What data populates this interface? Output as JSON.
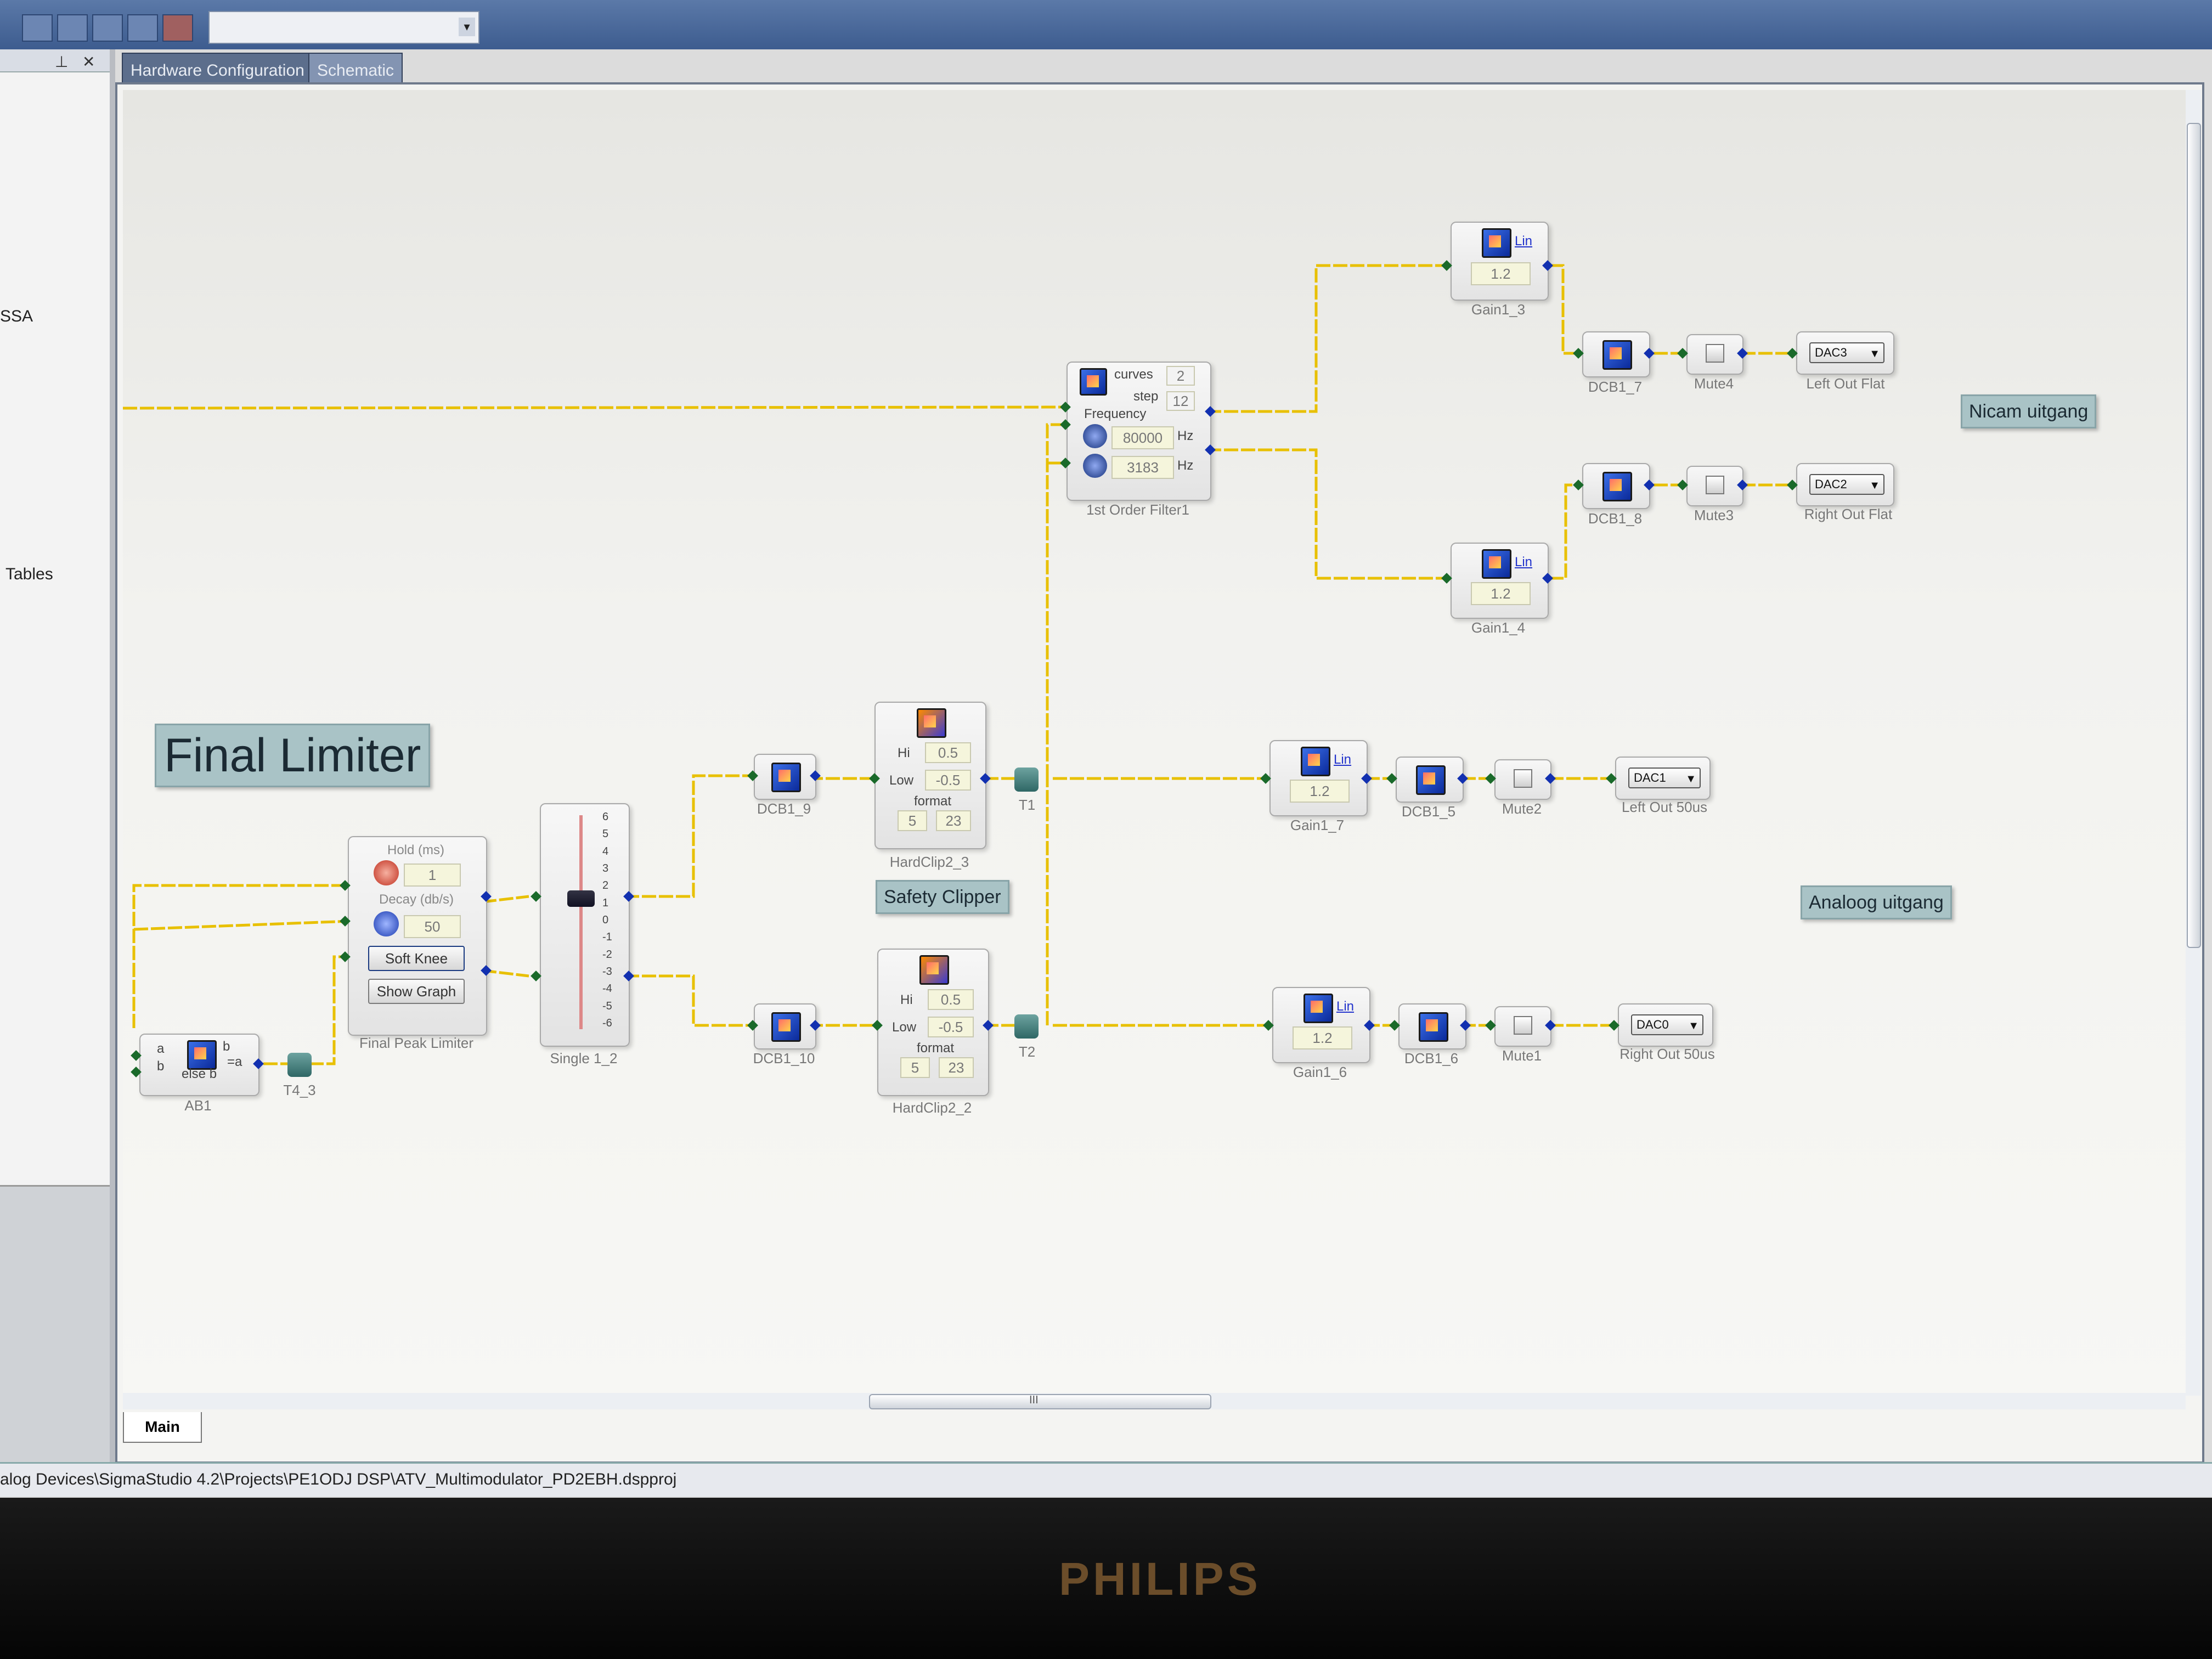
{
  "toolbar": {
    "combo_value": "",
    "combo_arrow": "▾"
  },
  "left_panel": {
    "pin": "⊥",
    "close": "✕",
    "items": [
      "SSA",
      "Tables"
    ]
  },
  "tabs": [
    "Hardware Configuration",
    "Schematic"
  ],
  "notes": {
    "final_limiter": "Final Limiter",
    "safety_clipper": "Safety Clipper",
    "nicam": "Nicam uitgang",
    "analoog": "Analoog uitgang"
  },
  "blocks": {
    "ab1": {
      "label": "AB1",
      "a": "a",
      "b": "b",
      "eq": "=a",
      "else": "else b",
      "b2": "b"
    },
    "t4_3": {
      "label": "T4_3"
    },
    "limiter": {
      "label": "Final Peak Limiter",
      "hold_label": "Hold (ms)",
      "hold_value": "1",
      "decay_label": "Decay (db/s)",
      "decay_value": "50",
      "soft_knee": "Soft Knee",
      "show_graph": "Show Graph"
    },
    "single": {
      "label": "Single 1_2",
      "ticks": [
        "6",
        "5",
        "4",
        "3",
        "2",
        "1",
        "0",
        "-1",
        "-2",
        "-3",
        "-4",
        "-5",
        "-6"
      ],
      "fader_level": 0.62
    },
    "dcb1_9": {
      "label": "DCB1_9"
    },
    "dcb1_10": {
      "label": "DCB1_10"
    },
    "hardclip3": {
      "label": "HardClip2_3",
      "hi_label": "Hi",
      "hi_value": "0.5",
      "low_label": "Low",
      "low_value": "-0.5",
      "format_label": "format",
      "fmt1": "5",
      "fmt2": "23"
    },
    "hardclip2": {
      "label": "HardClip2_2",
      "hi_label": "Hi",
      "hi_value": "0.5",
      "low_label": "Low",
      "low_value": "-0.5",
      "format_label": "format",
      "fmt1": "5",
      "fmt2": "23"
    },
    "t1": {
      "label": "T1"
    },
    "t2": {
      "label": "T2"
    },
    "filter": {
      "label": "1st Order Filter1",
      "curves_label": "curves",
      "curves_value": "2",
      "step_label": "step",
      "step_value": "12",
      "freq_label": "Frequency",
      "freq1": "80000",
      "freq2": "3183",
      "hz": "Hz"
    },
    "gain1_3": {
      "label": "Gain1_3",
      "lin": "Lin",
      "value": "1.2"
    },
    "gain1_4": {
      "label": "Gain1_4",
      "lin": "Lin",
      "value": "1.2"
    },
    "gain1_7": {
      "label": "Gain1_7",
      "lin": "Lin",
      "value": "1.2"
    },
    "gain1_6": {
      "label": "Gain1_6",
      "lin": "Lin",
      "value": "1.2"
    },
    "dcb1_7": {
      "label": "DCB1_7"
    },
    "dcb1_8": {
      "label": "DCB1_8"
    },
    "dcb1_5": {
      "label": "DCB1_5"
    },
    "dcb1_6": {
      "label": "DCB1_6"
    },
    "mute4": {
      "label": "Mute4"
    },
    "mute3": {
      "label": "Mute3"
    },
    "mute2": {
      "label": "Mute2"
    },
    "mute1": {
      "label": "Mute1"
    },
    "dac3": {
      "label": "Left Out Flat",
      "value": "DAC3"
    },
    "dac2": {
      "label": "Right Out Flat",
      "value": "DAC2"
    },
    "dac1": {
      "label": "Left Out 50us",
      "value": "DAC1"
    },
    "dac0": {
      "label": "Right Out 50us",
      "value": "DAC0"
    }
  },
  "bottom_tab": "Main",
  "scroll": {
    "thumb_grip": "III"
  },
  "status_path": "alog Devices\\SigmaStudio 4.2\\Projects\\PE1ODJ DSP\\ATV_Multimodulator_PD2EBH.dspproj",
  "monitor_brand": "PHILIPS",
  "colors": {
    "wire": "#e8c000",
    "note_bg": "#a9c3c6",
    "port_green": "#1a6a2a",
    "port_blue": "#1230b0"
  }
}
